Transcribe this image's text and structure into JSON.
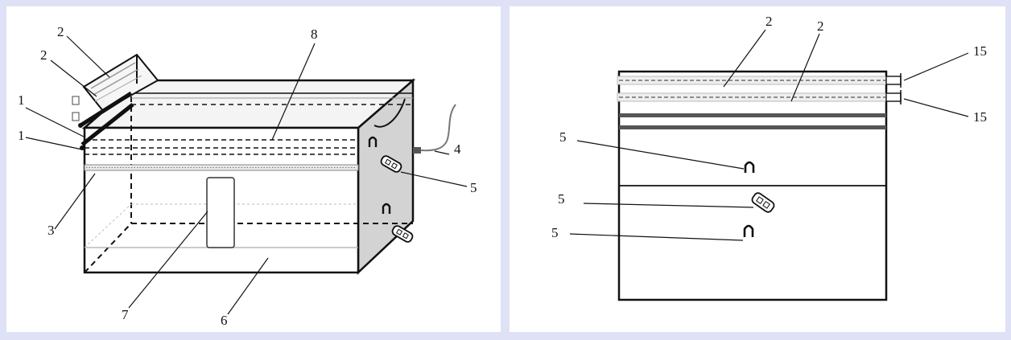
{
  "figure_left": {
    "labels": {
      "l1a": "1",
      "l1b": "1",
      "l2a": "2",
      "l2b": "2",
      "l3": "3",
      "l4": "4",
      "l5": "5",
      "l6": "6",
      "l7": "7",
      "l8": "8"
    }
  },
  "figure_right": {
    "labels": {
      "l2a": "2",
      "l2b": "2",
      "l15a": "15",
      "l15b": "15",
      "l5a": "5",
      "l5b": "5",
      "l5c": "5"
    }
  },
  "colors": {
    "page_background": "#dfe2f6",
    "panel": "#ffffff",
    "stroke": "#111111"
  }
}
